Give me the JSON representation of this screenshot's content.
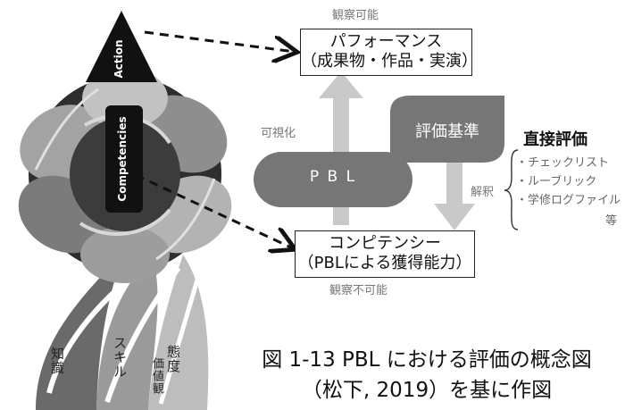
{
  "left_art": {
    "action_label": "Action",
    "competencies_label": "Competencies",
    "strands": [
      "知識",
      "スキル",
      "態度",
      "価値観"
    ]
  },
  "top_box": {
    "line1": "パフォーマンス",
    "line2": "（成果物・作品・実演）"
  },
  "top_caption": "観察可能",
  "bottom_box": {
    "line1": "コンピテンシー",
    "line2": "（PBLによる獲得能力）"
  },
  "bottom_caption": "観察不可能",
  "visualize_label": "可視化",
  "pbl_label": "P B L",
  "criteria_label": "評価基準",
  "interpret_label": "解釈",
  "direct_eval": {
    "heading": "直接評価",
    "items": [
      "・チェックリスト",
      "・ルーブリック",
      "・学修ログファイル"
    ],
    "etc": "等"
  },
  "figure_caption": {
    "line1": "図 1-13  PBL における評価の概念図",
    "line2": "（松下, 2019）を基に作図"
  },
  "colors": {
    "dark_shape": "#767676",
    "arrow": "#c9c9c9",
    "knot_dark": "#3a3a3a",
    "knot_light": "#a8a8a8"
  }
}
